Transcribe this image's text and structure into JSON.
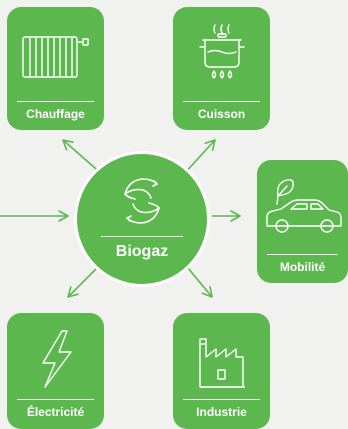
{
  "hub": {
    "label": "Biogaz",
    "icon": "recycle-cycle-icon"
  },
  "uses": [
    {
      "label": "Chauffage",
      "icon": "radiator-icon"
    },
    {
      "label": "Cuisson",
      "icon": "cooking-pot-icon"
    },
    {
      "label": "Mobilité",
      "icon": "electric-car-leaf-icon"
    },
    {
      "label": "Électricité",
      "icon": "lightning-bolt-icon"
    },
    {
      "label": "Industrie",
      "icon": "factory-icon"
    }
  ],
  "colors": {
    "card": "#5cb84e",
    "arrow": "#5cb84e",
    "background": "#f1f1f0",
    "text": "#ffffff"
  }
}
